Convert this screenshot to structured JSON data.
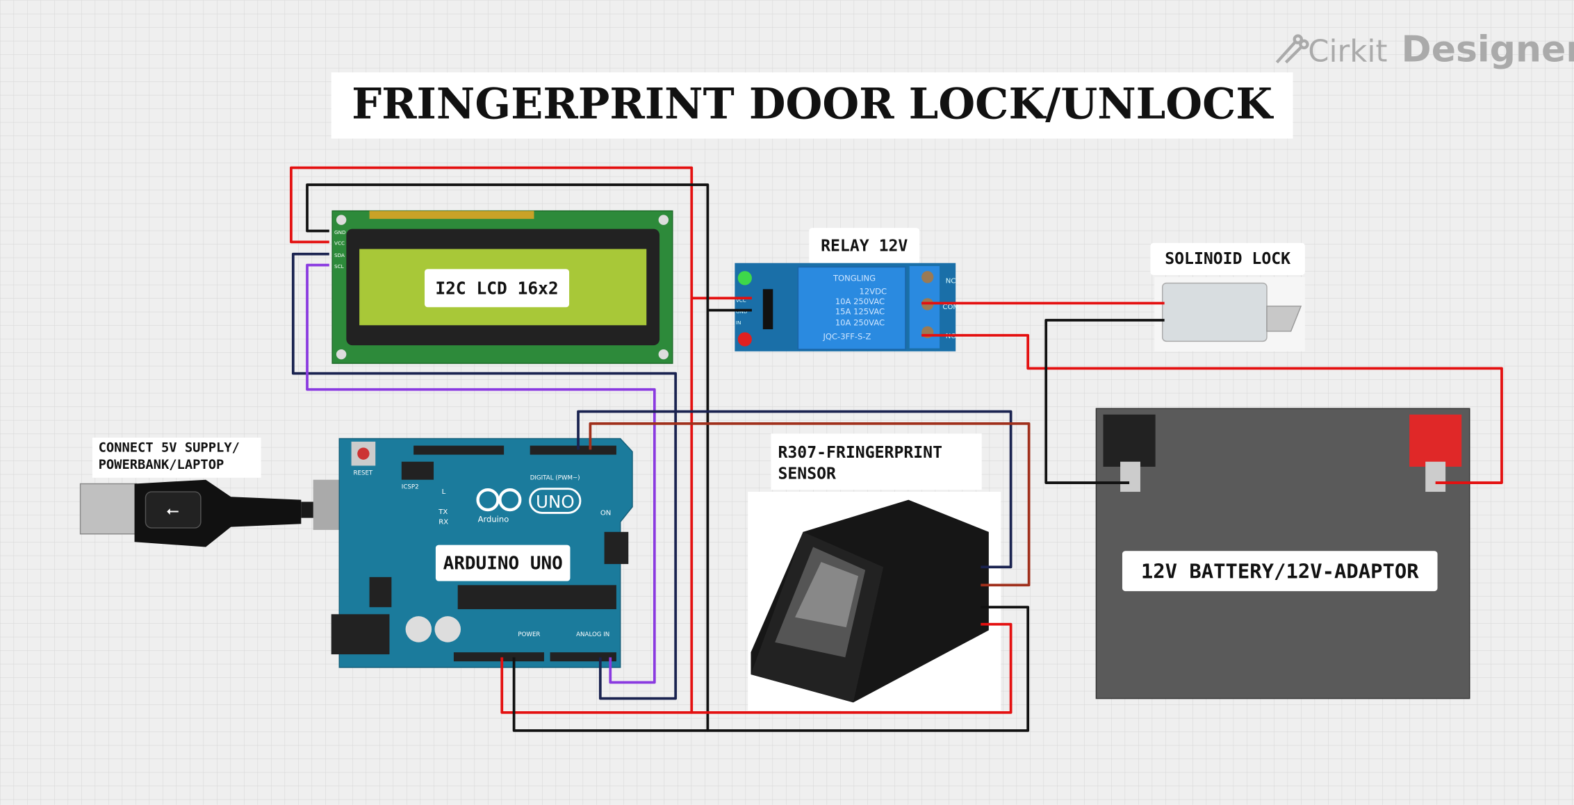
{
  "brand": {
    "name_light": "Cirkit",
    "name_bold": "Designer"
  },
  "title": "FRINGERPRINT DOOR LOCK/UNLOCK",
  "labels": {
    "lcd": "I2C LCD 16x2",
    "relay": "RELAY 12V",
    "solenoid": "SOLINOID LOCK",
    "supply_line1": "CONNECT 5V SUPPLY/",
    "supply_line2": "POWERBANK/LAPTOP",
    "arduino": "ARDUINO UNO",
    "sensor_line1": "R307-FRINGERPRINT",
    "sensor_line2": "SENSOR",
    "battery": "12V BATTERY/12V-ADAPTOR"
  },
  "lcd_pins": [
    "GND",
    "VCC",
    "SDA",
    "SCL"
  ],
  "relay": {
    "brand": "TONGLING",
    "coil": "12VDC",
    "rating1": "10A 250VAC",
    "rating2": "15A 125VAC",
    "rating3": "10A 250VAC",
    "model": "JQC-3FF-S-Z",
    "pins": [
      "VCC",
      "GND",
      "IN"
    ],
    "terminals": [
      "NC",
      "COM",
      "NO"
    ]
  },
  "arduino": {
    "logo": "UNO",
    "brand": "Arduino",
    "reset": "RESET",
    "icsp": "ICSP2",
    "on": "ON",
    "tx": "TX",
    "rx": "RX",
    "l": "L",
    "digital": "DIGITAL (PWM~)",
    "power": "POWER",
    "analog": "ANALOG IN"
  },
  "colors": {
    "red": "#e41010",
    "black": "#111111",
    "navy": "#1a2350",
    "purple": "#8a3ae0",
    "brown": "#a0301c",
    "arduino": "#1b7b9c",
    "lcd_pcb": "#2d8a3a",
    "lcd_screen": "#a8c838",
    "relay": "#1f7fd0",
    "battery": "#5a5a5a"
  }
}
